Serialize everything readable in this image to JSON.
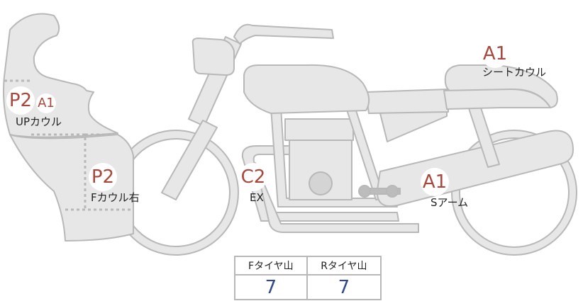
{
  "colors": {
    "part_fill": "#e7e7e7",
    "part_stroke": "#b8b8b8",
    "badge_text": "#a8483c",
    "value_text": "#2f4a86",
    "label_text": "#222222"
  },
  "parts": {
    "upcowl": {
      "grade": "P2",
      "sub_grade": "A1",
      "label": "UPカウル"
    },
    "fcowl_right": {
      "grade": "P2",
      "label": "Fカウル右"
    },
    "exhaust": {
      "grade": "C2",
      "label": "EX"
    },
    "swingarm": {
      "grade": "A1",
      "label": "Sアーム"
    },
    "seat_cowl": {
      "grade": "A1",
      "label": "シートカウル"
    }
  },
  "tire_tread": {
    "headers": [
      "Fタイヤ山",
      "Rタイヤ山"
    ],
    "values": [
      "7",
      "7"
    ]
  }
}
